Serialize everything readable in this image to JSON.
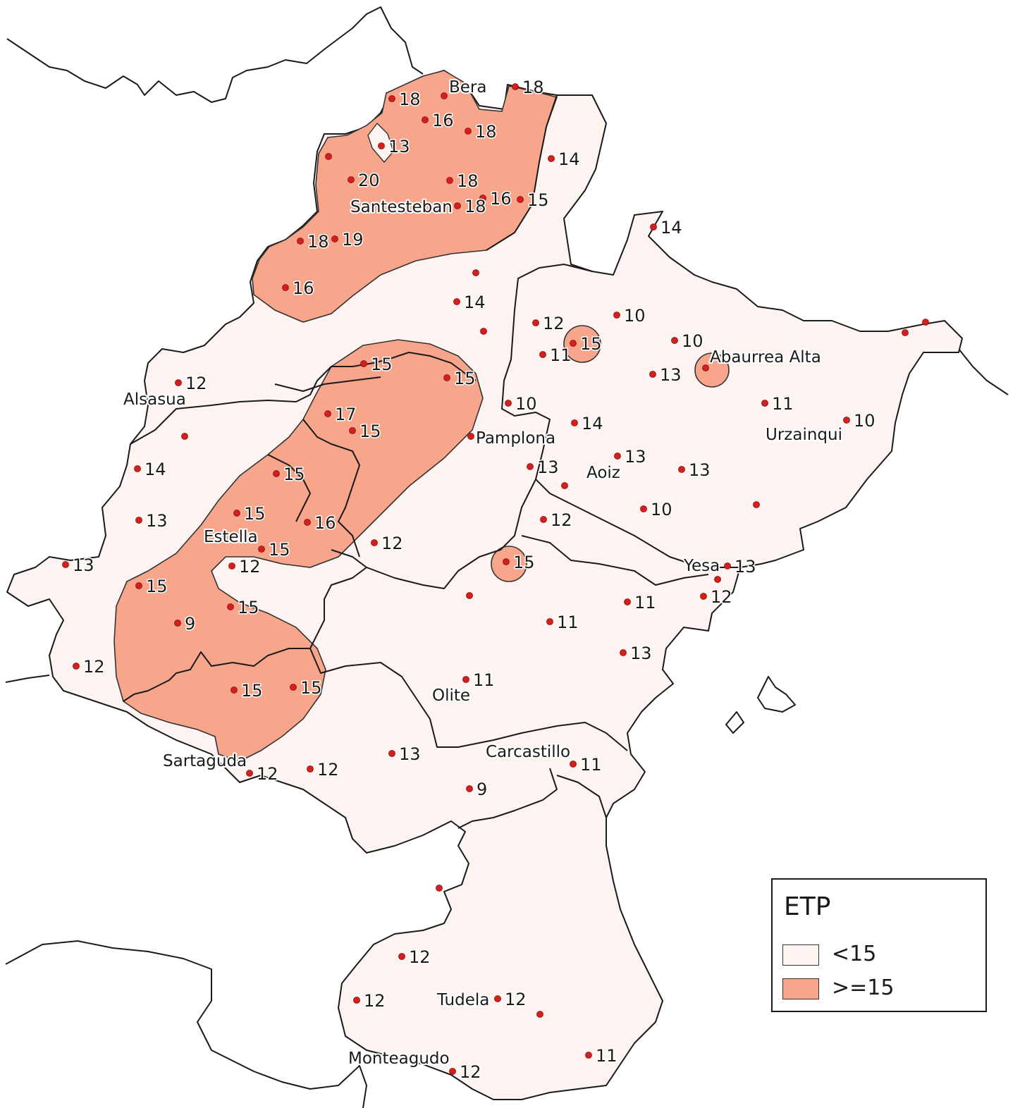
{
  "legend": {
    "title": "ETP",
    "items": [
      {
        "label": "<15",
        "color": "#fdf4f1"
      },
      {
        "label": ">=15",
        "color": "#f7a68c"
      }
    ]
  },
  "colors": {
    "below": "#fdf4f1",
    "above": "#f7a68c",
    "station": "#d41f1f",
    "border": "#1a1a1a"
  },
  "towns": [
    "Bera",
    "Santesteban",
    "Alsasua",
    "Pamplona",
    "Abaurrea Alta",
    "Urzainqui",
    "Aoiz",
    "Estella",
    "Yesa",
    "Olite",
    "Carcastillo",
    "Sartaguda",
    "Tudela",
    "Monteagudo"
  ],
  "station_values": [
    "18",
    "18",
    "16",
    "18",
    "13",
    "14",
    "20",
    "18",
    "16",
    "15",
    "18",
    "18",
    "19",
    "16",
    "14",
    "14",
    "12",
    "10",
    "15",
    "11",
    "10",
    "13",
    "12",
    "15",
    "15",
    "17",
    "15",
    "10",
    "14",
    "11",
    "10",
    "14",
    "13",
    "13",
    "13",
    "15",
    "15",
    "16",
    "10",
    "13",
    "12",
    "12",
    "15",
    "12",
    "13",
    "15",
    "13",
    "12",
    "15",
    "11",
    "15",
    "11",
    "9",
    "13",
    "12",
    "15",
    "15",
    "11",
    "11",
    "13",
    "12",
    "12",
    "9",
    "12",
    "12",
    "12",
    "11",
    "12"
  ]
}
